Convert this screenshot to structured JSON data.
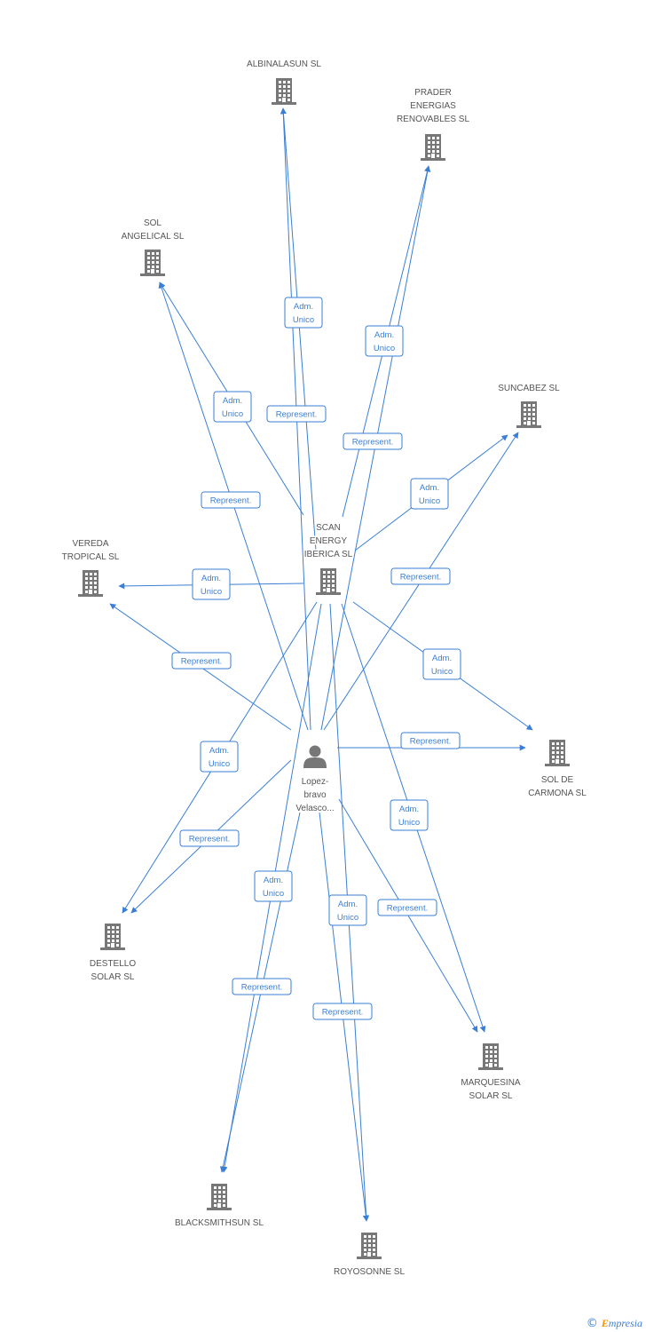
{
  "colors": {
    "edge": "#3a7fd5",
    "node_icon": "#777777",
    "label": "#555555",
    "brand_accent": "#f29400"
  },
  "nodes": [
    {
      "id": "albinalasun",
      "type": "company",
      "lines": [
        "ALBINALASUN SL"
      ]
    },
    {
      "id": "prader",
      "type": "company",
      "lines": [
        "PRADER",
        "ENERGIAS",
        "RENOVABLES SL"
      ]
    },
    {
      "id": "sol_angelical",
      "type": "company",
      "lines": [
        "SOL",
        "ANGELICAL SL"
      ]
    },
    {
      "id": "suncabez",
      "type": "company",
      "lines": [
        "SUNCABEZ SL"
      ]
    },
    {
      "id": "scan",
      "type": "company",
      "lines": [
        "SCAN",
        "ENERGY",
        "IBERICA SL"
      ]
    },
    {
      "id": "vereda",
      "type": "company",
      "lines": [
        "VEREDA",
        "TROPICAL SL"
      ]
    },
    {
      "id": "sol_carmona",
      "type": "company",
      "lines": [
        "SOL DE",
        "CARMONA SL"
      ]
    },
    {
      "id": "lopez",
      "type": "person",
      "lines": [
        "Lopez-",
        "bravo",
        "Velasco..."
      ]
    },
    {
      "id": "destello",
      "type": "company",
      "lines": [
        "DESTELLO",
        "SOLAR SL"
      ]
    },
    {
      "id": "marquesina",
      "type": "company",
      "lines": [
        "MARQUESINA",
        "SOLAR SL"
      ]
    },
    {
      "id": "blacksmithsun",
      "type": "company",
      "lines": [
        "BLACKSMITHSUN SL"
      ]
    },
    {
      "id": "royosonne",
      "type": "company",
      "lines": [
        "ROYOSONNE SL"
      ]
    }
  ],
  "edges": [
    {
      "from": "scan",
      "to": "albinalasun",
      "lines": [
        "Adm.",
        "Unico"
      ]
    },
    {
      "from": "lopez",
      "to": "albinalasun",
      "lines": [
        "Represent."
      ]
    },
    {
      "from": "scan",
      "to": "prader",
      "lines": [
        "Adm.",
        "Unico"
      ]
    },
    {
      "from": "lopez",
      "to": "prader",
      "lines": [
        "Represent."
      ]
    },
    {
      "from": "scan",
      "to": "sol_angelical",
      "lines": [
        "Adm.",
        "Unico"
      ]
    },
    {
      "from": "lopez",
      "to": "sol_angelical",
      "lines": [
        "Represent."
      ]
    },
    {
      "from": "scan",
      "to": "suncabez",
      "lines": [
        "Adm.",
        "Unico"
      ]
    },
    {
      "from": "lopez",
      "to": "suncabez",
      "lines": [
        "Represent."
      ]
    },
    {
      "from": "scan",
      "to": "vereda",
      "lines": [
        "Adm.",
        "Unico"
      ]
    },
    {
      "from": "lopez",
      "to": "vereda",
      "lines": [
        "Represent."
      ]
    },
    {
      "from": "scan",
      "to": "sol_carmona",
      "lines": [
        "Adm.",
        "Unico"
      ]
    },
    {
      "from": "lopez",
      "to": "sol_carmona",
      "lines": [
        "Represent."
      ]
    },
    {
      "from": "scan",
      "to": "destello",
      "lines": [
        "Adm.",
        "Unico"
      ]
    },
    {
      "from": "lopez",
      "to": "destello",
      "lines": [
        "Represent."
      ]
    },
    {
      "from": "scan",
      "to": "marquesina",
      "lines": [
        "Adm.",
        "Unico"
      ]
    },
    {
      "from": "lopez",
      "to": "marquesina",
      "lines": [
        "Represent."
      ]
    },
    {
      "from": "scan",
      "to": "blacksmithsun",
      "lines": [
        "Adm.",
        "Unico"
      ]
    },
    {
      "from": "lopez",
      "to": "blacksmithsun",
      "lines": [
        "Represent."
      ]
    },
    {
      "from": "scan",
      "to": "royosonne",
      "lines": [
        "Adm.",
        "Unico"
      ]
    },
    {
      "from": "lopez",
      "to": "royosonne",
      "lines": [
        "Represent."
      ]
    }
  ],
  "footer": {
    "copyright_symbol": "©",
    "brand_initial": "E",
    "brand_rest": "mpresia"
  }
}
